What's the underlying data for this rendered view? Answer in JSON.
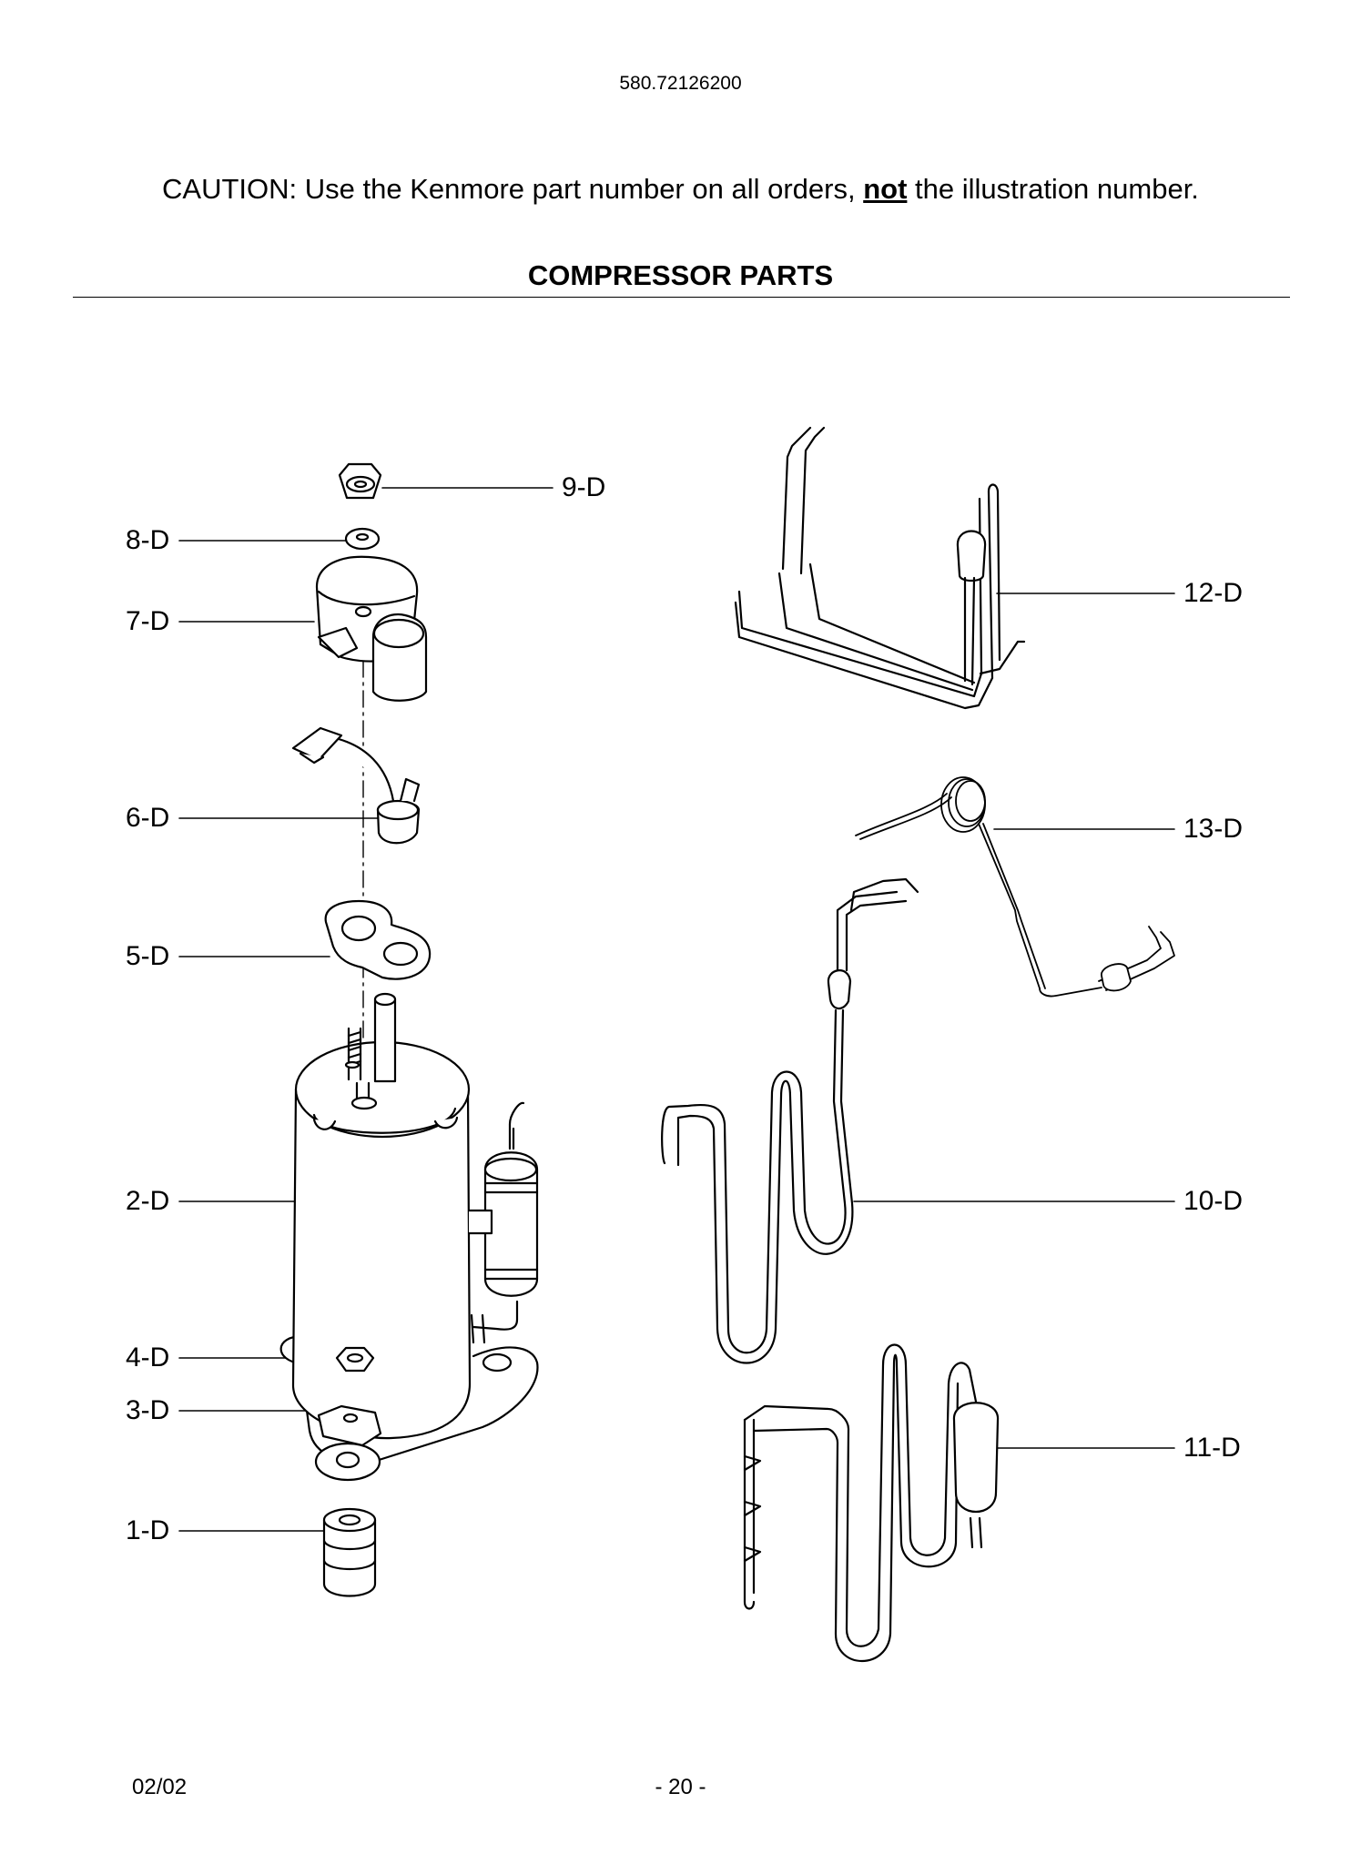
{
  "header": {
    "model_number": "580.72126200",
    "caution_prefix": "CAUTION: Use the Kenmore part number on all orders,",
    "caution_emphasis": "not",
    "caution_suffix": "the illustration number.",
    "section_title": "COMPRESSOR PARTS"
  },
  "callouts": {
    "part_1": "1-D",
    "part_2": "2-D",
    "part_3": "3-D",
    "part_4": "4-D",
    "part_5": "5-D",
    "part_6": "6-D",
    "part_7": "7-D",
    "part_8": "8-D",
    "part_9": "9-D",
    "part_10": "10-D",
    "part_11": "11-D",
    "part_12": "12-D",
    "part_13": "13-D"
  },
  "footer": {
    "date": "02/02",
    "page": "- 20 -"
  }
}
